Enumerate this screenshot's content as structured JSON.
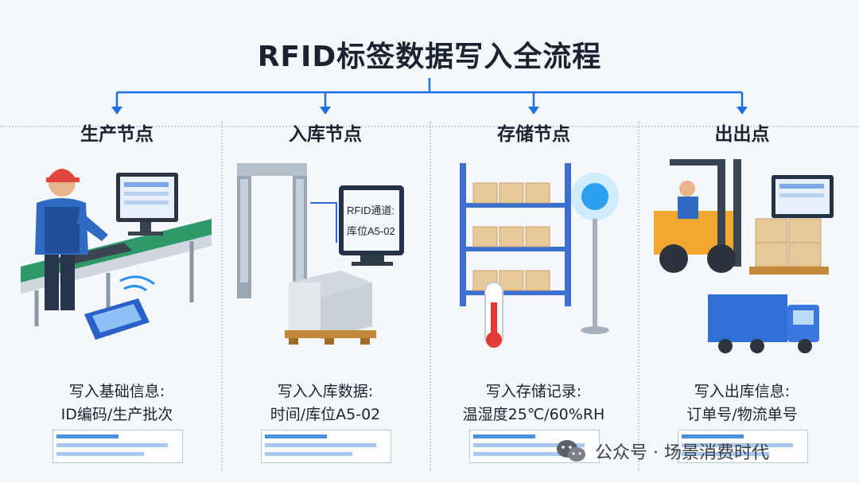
{
  "title": "RFID标签数据写入全流程",
  "stages": [
    {
      "name": "生产节点",
      "desc_line1": "写入基础信息:",
      "desc_line2": "ID编码/生产批次"
    },
    {
      "name": "入库节点",
      "desc_line1": "写入入库数据:",
      "desc_line2": "时间/库位A5-02",
      "screen_text": "RFID通道:",
      "screen_text2": "库位A5-02"
    },
    {
      "name": "存储节点",
      "desc_line1": "写入存储记录:",
      "desc_line2": "温湿度25℃/60%RH"
    },
    {
      "name": "出出点",
      "desc_line1": "写入出库信息:",
      "desc_line2": "订单号/物流单号"
    }
  ],
  "watermark": "公众号 · 场景消费时代",
  "colors": {
    "accent": "#1f6fe0",
    "title": "#1c2330",
    "bar": "#4f8fe0"
  }
}
